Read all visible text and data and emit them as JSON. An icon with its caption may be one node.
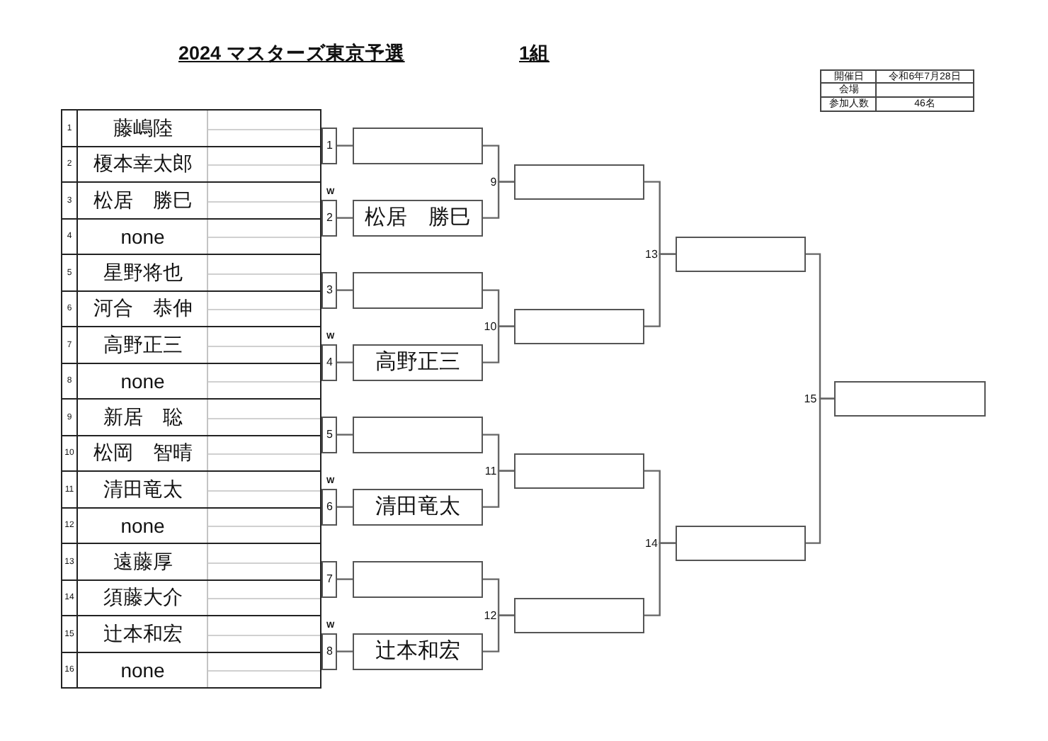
{
  "diagram": {
    "title": "2024 マスターズ東京予選",
    "nodes": [
      {
        "text": [
          "1",
          "藤嶋陸"
        ]
      },
      {
        "text": [
          "2",
          "榎本幸太郎"
        ]
      },
      {
        "text": [
          "3",
          "松居　勝巳"
        ]
      },
      {
        "text": [
          "4",
          "none"
        ]
      },
      {
        "text": [
          "5",
          "星野将也"
        ]
      },
      {
        "text": [
          "6",
          "河合　恭伸"
        ]
      },
      {
        "text": [
          "7",
          "高野正三"
        ]
      },
      {
        "text": [
          "8",
          "none"
        ]
      },
      {
        "text": [
          "9",
          "新居　聡"
        ]
      },
      {
        "text": [
          "10",
          "松岡　智晴"
        ]
      },
      {
        "text": [
          "11",
          "清田竜太"
        ]
      },
      {
        "text": [
          "12",
          "none"
        ]
      },
      {
        "text": [
          "13",
          "遠藤厚"
        ]
      },
      {
        "text": [
          "14",
          "須藤大介"
        ]
      },
      {
        "text": [
          "15",
          "辻本和宏"
        ]
      },
      {
        "text": [
          "16",
          "none"
        ]
      },
      {
        "text": [
          "1"
        ]
      },
      {
        "text": [
          "2"
        ],
        "beside": [
          "W"
        ]
      },
      {
        "text": [
          "3"
        ]
      },
      {
        "text": [
          "4"
        ],
        "beside": [
          "W"
        ]
      },
      {
        "text": [
          "5"
        ]
      },
      {
        "text": [
          "6"
        ],
        "beside": [
          "W"
        ]
      },
      {
        "text": [
          "7"
        ]
      },
      {
        "text": [
          "8"
        ],
        "beside": [
          "W"
        ]
      },
      {
        "text": [],
        "shape": "box"
      },
      {
        "text": [
          "松居　勝巳"
        ]
      },
      {
        "text": [],
        "shape": "box"
      },
      {
        "text": [
          "高野正三"
        ]
      },
      {
        "text": [],
        "shape": "box"
      },
      {
        "text": [
          "清田竜太"
        ]
      },
      {
        "text": [],
        "shape": "box"
      },
      {
        "text": [
          "辻本和宏"
        ]
      },
      {
        "text": [],
        "shape": "box",
        "beside": [
          "9"
        ]
      },
      {
        "text": [],
        "shape": "box",
        "beside": [
          "10"
        ]
      },
      {
        "text": [],
        "shape": "box",
        "beside": [
          "11"
        ]
      },
      {
        "text": [],
        "shape": "box",
        "beside": [
          "12"
        ]
      },
      {
        "text": [],
        "shape": "box",
        "beside": [
          "13"
        ]
      },
      {
        "text": [],
        "shape": "box",
        "beside": [
          "14"
        ]
      },
      {
        "text": [],
        "shape": "box",
        "beside": [
          "15"
        ]
      }
    ],
    "edges": [
      {
        "from": 16,
        "to": 24,
        "arrow": "none"
      },
      {
        "from": 17,
        "to": 25,
        "arrow": "none"
      },
      {
        "from": 18,
        "to": 26,
        "arrow": "none"
      },
      {
        "from": 19,
        "to": 27,
        "arrow": "none"
      },
      {
        "from": 20,
        "to": 28,
        "arrow": "none"
      },
      {
        "from": 21,
        "to": 29,
        "arrow": "none"
      },
      {
        "from": 22,
        "to": 30,
        "arrow": "none"
      },
      {
        "from": 23,
        "to": 31,
        "arrow": "none"
      },
      {
        "from": 24,
        "to": 32,
        "arrow": "none"
      },
      {
        "from": 25,
        "to": 32,
        "arrow": "none"
      },
      {
        "from": 26,
        "to": 33,
        "arrow": "none"
      },
      {
        "from": 27,
        "to": 33,
        "arrow": "none"
      },
      {
        "from": 28,
        "to": 34,
        "arrow": "none"
      },
      {
        "from": 29,
        "to": 34,
        "arrow": "none"
      },
      {
        "from": 30,
        "to": 35,
        "arrow": "none"
      },
      {
        "from": 31,
        "to": 35,
        "arrow": "none"
      },
      {
        "from": 32,
        "to": 36,
        "arrow": "none"
      },
      {
        "from": 33,
        "to": 36,
        "arrow": "none"
      },
      {
        "from": 34,
        "to": 37,
        "arrow": "none"
      },
      {
        "from": 35,
        "to": 37,
        "arrow": "none"
      },
      {
        "from": 36,
        "to": 38,
        "arrow": "none"
      },
      {
        "from": 37,
        "to": 38,
        "arrow": "none"
      }
    ],
    "labels": [
      "1組",
      "開催日",
      "令和6年7月28日",
      "会場",
      "参加人数",
      "46名"
    ]
  }
}
